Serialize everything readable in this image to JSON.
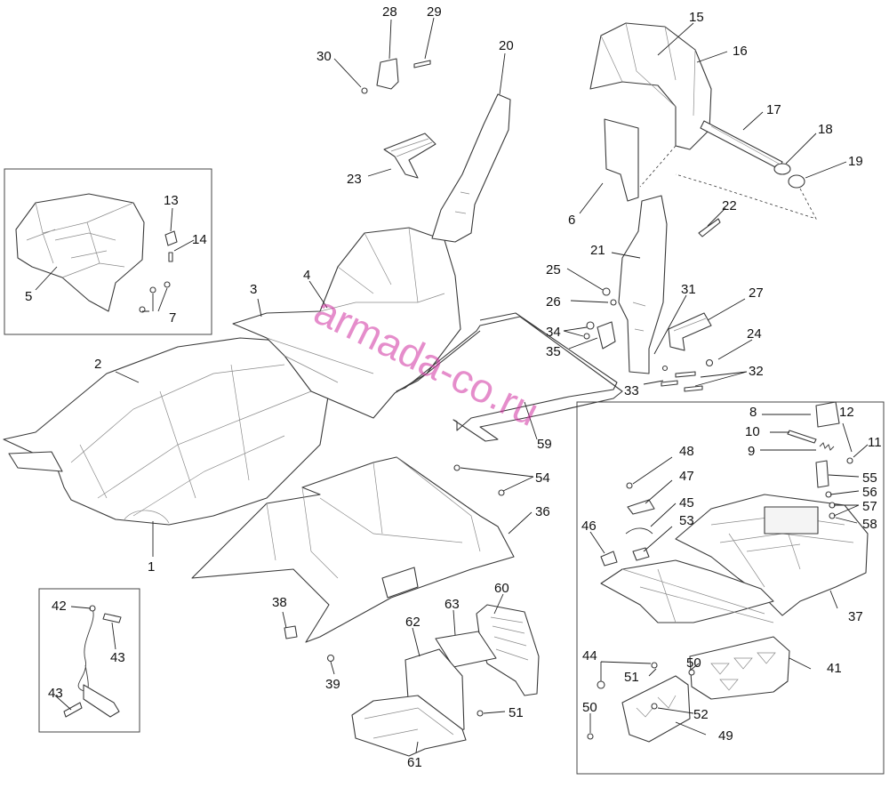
{
  "watermark": "armada-co.ru",
  "colors": {
    "line": "#3a3a3a",
    "watermark": "#d02fa0"
  },
  "part_numbers": [
    "1",
    "2",
    "3",
    "4",
    "5",
    "6",
    "7",
    "8",
    "9",
    "10",
    "11",
    "12",
    "13",
    "14",
    "15",
    "16",
    "17",
    "18",
    "19",
    "20",
    "21",
    "22",
    "23",
    "24",
    "25",
    "26",
    "27",
    "28",
    "29",
    "30",
    "31",
    "32",
    "33",
    "34",
    "35",
    "36",
    "37",
    "38",
    "39",
    "41",
    "42",
    "43",
    "44",
    "45",
    "46",
    "47",
    "48",
    "49",
    "50",
    "51",
    "52",
    "53",
    "54",
    "55",
    "56",
    "57",
    "58",
    "59",
    "60",
    "61",
    "62",
    "63"
  ]
}
